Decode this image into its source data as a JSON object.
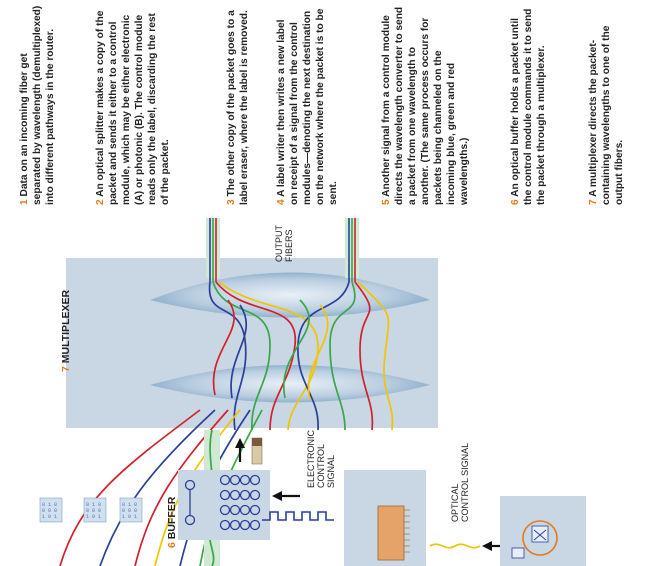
{
  "captions": [
    {
      "num": "1",
      "text": "Data on an incoming fiber get separated by wavelength (demultiplexed) into different pathways in the router."
    },
    {
      "num": "2",
      "text": "An optical splitter makes a copy of the packet and sends it either to a control module, which may be either electronic (A) or photonic (B). The control module reads only the label, discarding the rest of the packet."
    },
    {
      "num": "3",
      "text": "The other copy of the packet goes to a label eraser, where the label is removed."
    },
    {
      "num": "4",
      "text": "A label writer then writes a new label on receipt of a signal from the control modules—denoting the next destination on the network where the packet is to be sent."
    },
    {
      "num": "5",
      "text": "Another signal from a control module directs the wavelength converter to send a packet from one wavelength to another. (The same process occurs for packets being channeled on the incoming blue, green and red wavelengths.)"
    },
    {
      "num": "6",
      "text": "An optical buffer holds a packet until the control module commands it to send the packet through a multiplexer."
    },
    {
      "num": "7",
      "text": "A multiplexer directs the packet-containing wavelengths to one of the output fibers."
    }
  ],
  "labels": {
    "multiplexer_num": "7",
    "multiplexer": "MULTIPLEXER",
    "buffer_num": "6",
    "buffer": "BUFFER",
    "output_fibers_1": "OUTPUT",
    "output_fibers_2": "FIBERS",
    "electronic_1": "ELECTRONIC",
    "electronic_2": "CONTROL",
    "electronic_3": "SIGNAL",
    "optical_1": "OPTICAL",
    "optical_2": "CONTROL SIGNAL"
  },
  "colors": {
    "accent": "#e07b1d",
    "panel": "#c9d6e3",
    "red": "#d4202a",
    "blue": "#2a3f9a",
    "green": "#3aa64a",
    "yellow": "#f2c400",
    "fiber": "#9fd3a8"
  }
}
